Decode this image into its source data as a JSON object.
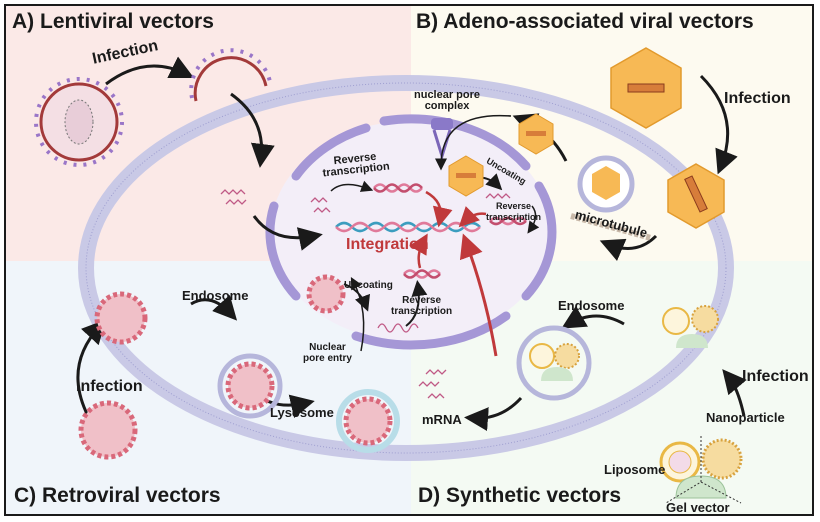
{
  "panels": {
    "a": {
      "title": "A) Lentiviral vectors",
      "infection": "Infection"
    },
    "b": {
      "title": "B) Adeno-associated viral vectors",
      "infection": "Infection",
      "nuclear_pore_complex": "nuclear pore\ncomplex",
      "uncoating": "Uncoating",
      "reverse_transcription": "Reverse\ntranscription",
      "microtubule": "microtubule"
    },
    "c": {
      "title": "C) Retroviral vectors",
      "infection": "Infection",
      "endosome": "Endosome",
      "lysosome": "Lysosome",
      "nuclear_pore_entry": "Nuclear\npore entry",
      "uncoating": "Uncoating",
      "reverse_transcription": "Reverse\ntranscription"
    },
    "d": {
      "title": "D) Synthetic vectors",
      "infection": "Infection",
      "endosome": "Endosome",
      "mrna": "mRNA",
      "nanoparticle": "Nanoparticle",
      "liposome": "Liposome",
      "gel_vector": "Gel vector"
    }
  },
  "nucleus": {
    "reverse_transcription": "Reverse\ntranscription",
    "integration": "Integration"
  },
  "colors": {
    "panel_a_bg": "#fbe9e7",
    "panel_b_bg": "#fdfaf0",
    "panel_c_bg": "#f0f5fa",
    "panel_d_bg": "#f4faf3",
    "membrane": "#b3b3de",
    "nuclear_envelope": "#9d8fd1",
    "integration_red": "#c0393b",
    "aav_orange": "#f7b955",
    "retrovirus_pink": "#d9687a"
  }
}
